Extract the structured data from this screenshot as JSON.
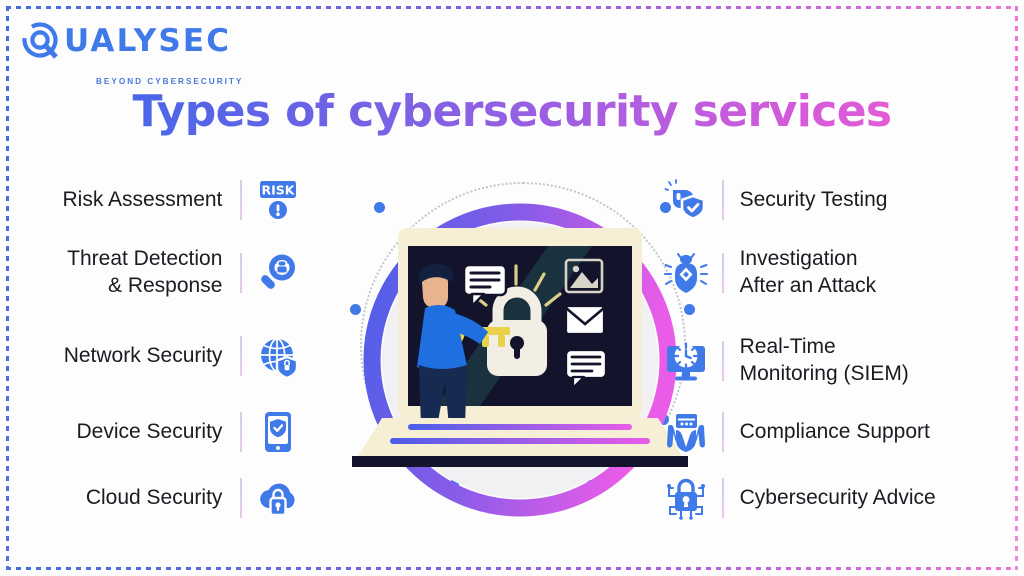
{
  "brand": {
    "name": "QUALYSEC",
    "tagline": "BEYOND CYBERSECURITY",
    "logo_color": "#3f7ae8"
  },
  "title": "Types of cybersecurity services",
  "theme": {
    "title_gradient_start": "#2f6de8",
    "title_gradient_end": "#f45fd6",
    "icon_blue": "#3f7ae8",
    "ring_start": "#4a5ee8",
    "ring_end": "#e85ce8",
    "frame_start": "#3f6fe0",
    "frame_end": "#ee73d6",
    "background": "#fdfdfd",
    "text_color": "#1b1b22"
  },
  "left_services": [
    {
      "label": "Risk Assessment",
      "icon": "risk-badge-icon"
    },
    {
      "label": "Threat Detection\n& Response",
      "icon": "magnifier-bug-icon"
    },
    {
      "label": "Network Security",
      "icon": "globe-lock-icon"
    },
    {
      "label": "Device Security",
      "icon": "phone-shield-icon"
    },
    {
      "label": "Cloud Security",
      "icon": "cloud-lock-icon"
    }
  ],
  "right_services": [
    {
      "label": "Security Testing",
      "icon": "bug-shield-check-icon"
    },
    {
      "label": "Investigation\nAfter an Attack",
      "icon": "bug-scan-icon"
    },
    {
      "label": "Real-Time\nMonitoring (SIEM)",
      "icon": "monitor-clock-icon"
    },
    {
      "label": "Compliance Support",
      "icon": "hands-document-icon"
    },
    {
      "label": "Cybersecurity Advice",
      "icon": "circuit-lock-icon"
    }
  ],
  "illustration": {
    "name": "laptop-security-illustration",
    "description": "Person holding a key beside a padlock on a laptop screen inside a blue-to-pink gradient ring",
    "screen_icons": [
      "chat-bubble-icon",
      "image-icon",
      "envelope-icon",
      "chat-bubble-icon"
    ],
    "ring_colors": [
      "#4a5ee8",
      "#8a5ce8",
      "#e85ce8"
    ],
    "key_color": "#e8d24a",
    "padlock_color": "#f2eee4",
    "screen_color": "#13132b",
    "laptop_body_color": "#f7efd5"
  }
}
